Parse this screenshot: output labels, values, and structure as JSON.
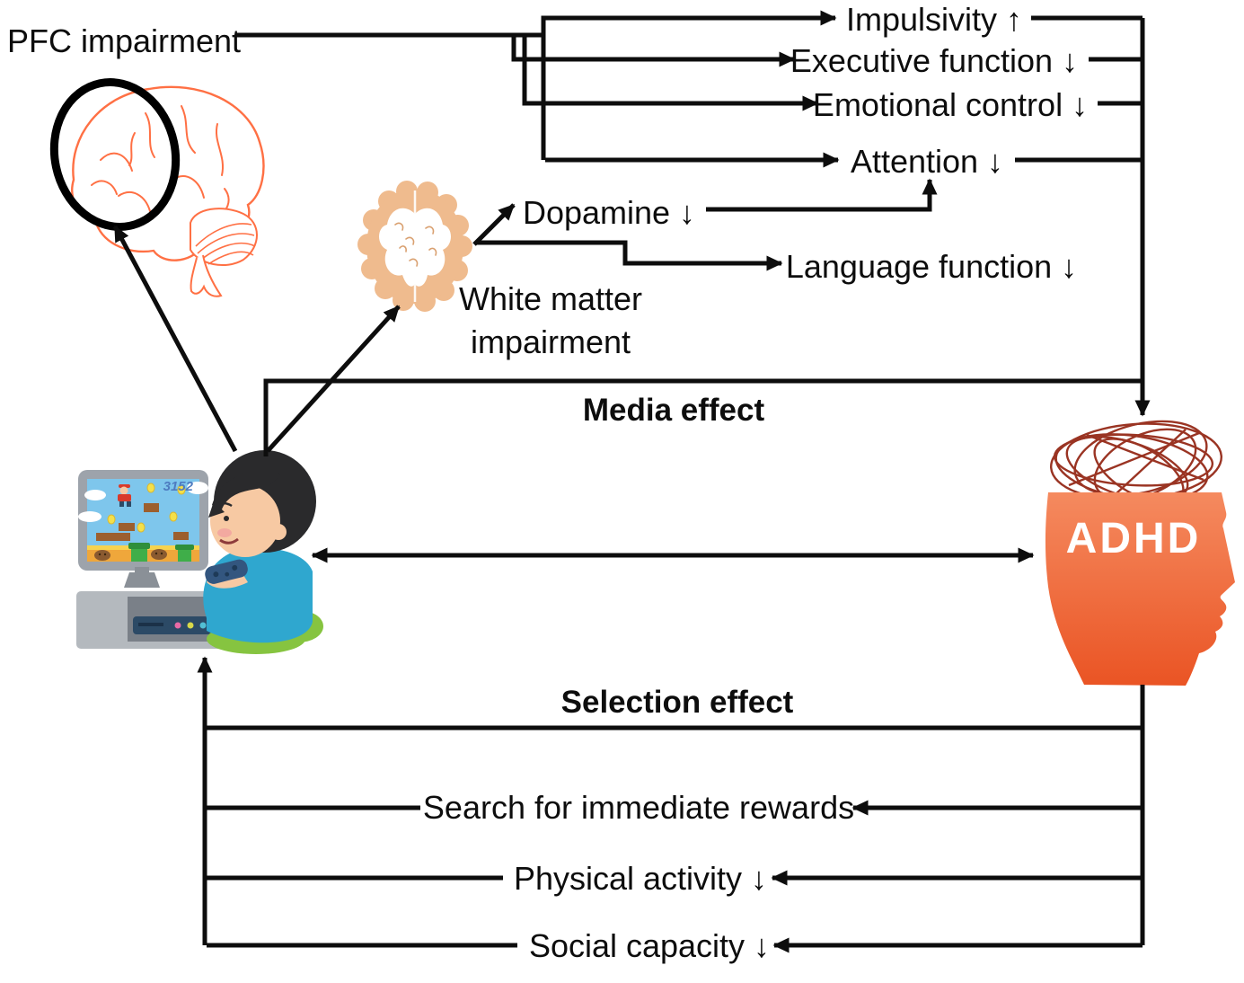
{
  "labels": {
    "pfc_impairment": "PFC impairment",
    "impulsivity": "Impulsivity ↑",
    "executive_function": "Executive function ↓",
    "emotional_control": "Emotional control ↓",
    "attention": "Attention ↓",
    "dopamine": "Dopamine ↓",
    "language_function": "Language function ↓",
    "white_matter_line1": "White matter",
    "white_matter_line2": "impairment",
    "media_effect": "Media effect",
    "selection_effect": "Selection effect",
    "adhd": "ADHD",
    "search_rewards": "Search for immediate rewards",
    "physical_activity": "Physical activity ↓",
    "social_capacity": "Social capacity ↓"
  },
  "game": {
    "score": "3152"
  },
  "colors": {
    "line": "#0d0d0d",
    "brain_outline": "#FF7044",
    "brain_slice_fill": "#EFBB8E",
    "adhd_head_top": "#F58A5F",
    "adhd_head_bottom": "#EA5424",
    "scribble": "#9A3423",
    "adhd_text": "#ffffff",
    "score_text": "#4E7CC0",
    "shirt": "#2FA7CF",
    "pants": "#86C440",
    "sky": "#7EC6EC"
  },
  "icons": {
    "brain_side": "side-brain-with-pfc-circled-icon",
    "brain_slice": "axial-white-matter-brain-icon",
    "boy_gaming": "child-playing-video-game-icon",
    "adhd_head": "adhd-head-scribbles-icon"
  }
}
